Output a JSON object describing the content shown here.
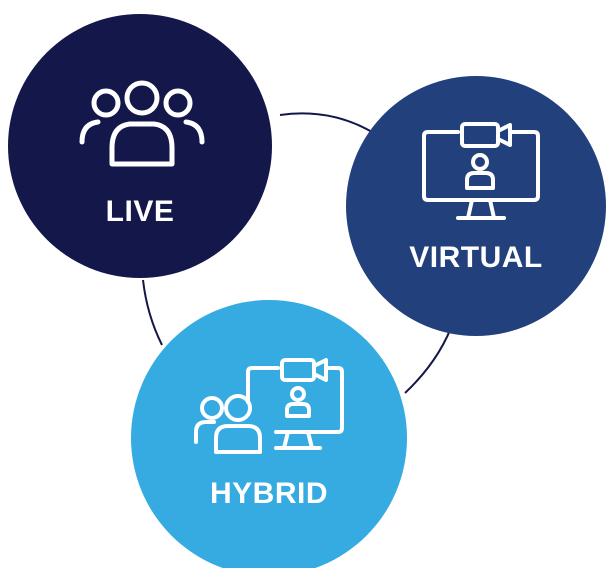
{
  "diagram": {
    "nodes": [
      {
        "label": "LIVE",
        "color": "#14174a",
        "icon": "audience-group-icon"
      },
      {
        "label": "VIRTUAL",
        "color": "#21407c",
        "icon": "video-conference-monitor-icon"
      },
      {
        "label": "HYBRID",
        "color": "#35abe2",
        "icon": "hybrid-audience-monitor-icon"
      }
    ],
    "connector_color": "#14174a",
    "icon_color": "#ffffff"
  }
}
